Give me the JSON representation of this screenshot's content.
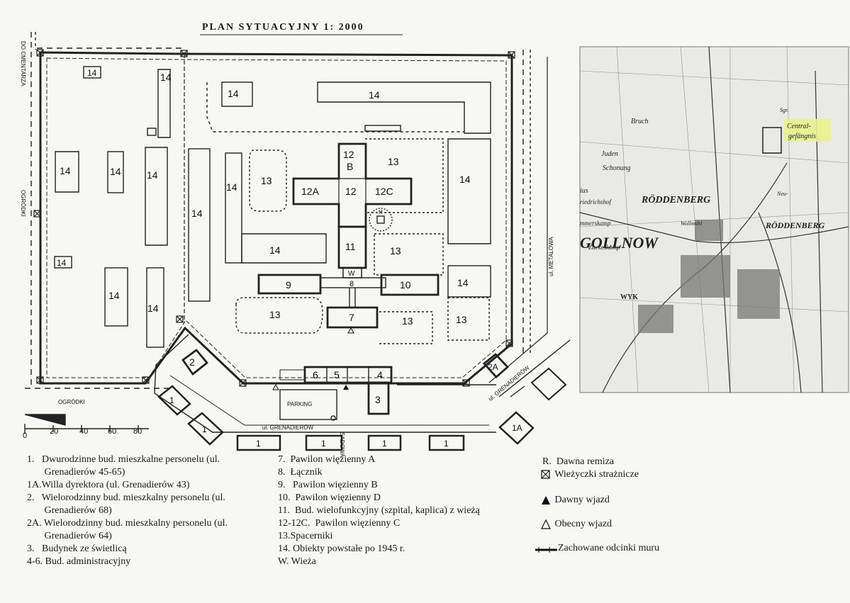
{
  "title": "PLAN SYTUACYJNY  1: 2000",
  "plan": {
    "labels": {
      "b14": "14",
      "b13": "13",
      "b12": "12",
      "b12a": "12A",
      "b12b": "12\nB",
      "b12c": "12C",
      "b11": "11",
      "bW": "W",
      "b8": "8",
      "b9": "9",
      "b10": "10",
      "b7": "7",
      "b6": "6",
      "b5": "5",
      "b4": "4",
      "b3": "3",
      "b2": "2",
      "b2a": "2A",
      "b1": "1",
      "b1a": "1A",
      "H": "H",
      "parking": "PARKING"
    },
    "street_left": "DO CMENTARZA",
    "gardens_left": "OGRÓDKI",
    "gardens_bottom": "OGRÓDKI",
    "street_bottom": "ul. GRENADIERÓW",
    "street_right": "ul. METALOWA",
    "street_right2": "ul. GRENADIERÓW",
    "street_sadowa": "SADOWA",
    "scale_ticks": [
      "0",
      "20",
      "40",
      "60",
      "80"
    ]
  },
  "inset_map": {
    "labels": {
      "central": "Central-\ngefängnis",
      "roddenberg": "RÖDDENBERG",
      "roddenberg2": "RÖDDENBERG",
      "gollnow": "GOLLNOW",
      "wyk": "WYK",
      "bruch": "Bruch",
      "juden": "Juden",
      "schonung": "Schonung",
      "sgr": "Sgr.",
      "wollmuhl": "Wollmühl",
      "zackeskamp": "Zackeskamp",
      "neu": "Neu-",
      "friedrich": "riedrichshof",
      "mmerskamp": "mmerskamp",
      "ius": "ius"
    },
    "highlight_color": "#e8f28a"
  },
  "legend_left": [
    "1.   Dwurodzinne bud. mieszkalne personelu (ul.",
    "       Grenadierów 45-65)",
    "1A.Willa dyrektora (ul. Grenadierów 43)",
    "2.   Wielorodzinny bud. mieszkalny personelu (ul.",
    "       Grenadierów 68)",
    "2A. Wielorodzinny bud. mieszkalny personelu (ul.",
    "       Grenadierów 64)",
    "3.   Budynek ze świetlicą",
    "4-6. Bud. administracyjny"
  ],
  "legend_mid": [
    "7.  Pawilon więzienny A",
    "8.  Łącznik",
    "9.   Pawilon więzienny B",
    "10.  Pawilon więzienny D",
    "11.  Bud. wielofunkcyjny (szpital, kaplica) z wieżą",
    "12-12C.  Pawilon więzienny C",
    "13.Spacerniki",
    "14. Obiekty powstałe po 1945 r.",
    "W. Wieża"
  ],
  "legend_right": [
    {
      "symbol": "none",
      "text": "R.  Dawna remiza"
    },
    {
      "symbol": "tower",
      "text": " Wieżyczki strażnicze"
    },
    {
      "symbol": "filled-triangle",
      "text": " Dawny wjazd"
    },
    {
      "symbol": "open-triangle",
      "text": " Obecny wjazd"
    },
    {
      "symbol": "wall-line",
      "text": "Zachowane odcinki muru"
    }
  ]
}
